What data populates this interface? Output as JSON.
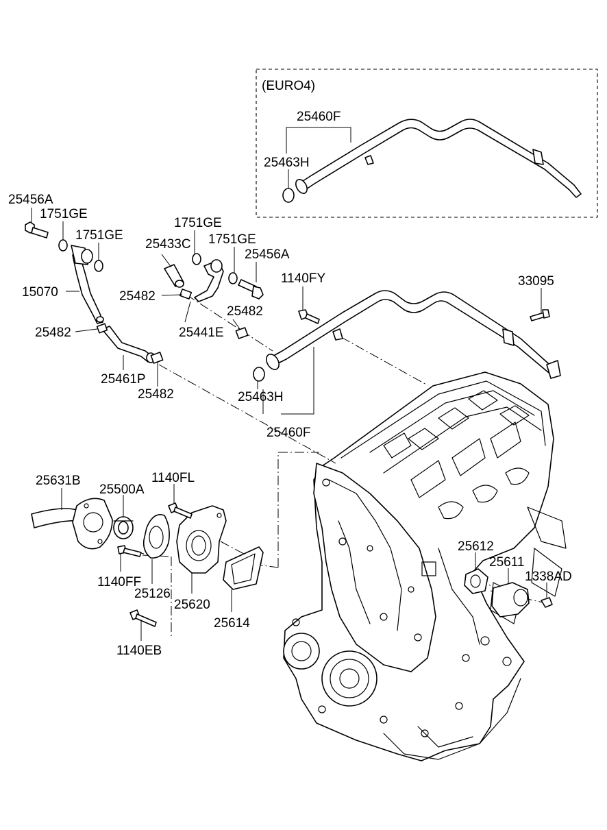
{
  "variant_box": {
    "label": "(EURO4)"
  },
  "labels": {
    "euro_25460F": "25460F",
    "euro_25463H": "25463H",
    "l_25456A_left": "25456A",
    "l_1751GE_a": "1751GE",
    "l_1751GE_b": "1751GE",
    "l_1751GE_c": "1751GE",
    "l_1751GE_d": "1751GE",
    "l_25433C": "25433C",
    "l_25456A_right": "25456A",
    "l_1140FY": "1140FY",
    "l_33095": "33095",
    "l_15070": "15070",
    "l_25482_a": "25482",
    "l_25482_b": "25482",
    "l_25482_c": "25482",
    "l_25482_d": "25482",
    "l_25441E": "25441E",
    "l_25461P": "25461P",
    "l_25463H": "25463H",
    "l_25460F": "25460F",
    "l_25631B": "25631B",
    "l_25500A": "25500A",
    "l_1140FL": "1140FL",
    "l_1140FF": "1140FF",
    "l_25126": "25126",
    "l_25620": "25620",
    "l_25614": "25614",
    "l_1140EB": "1140EB",
    "l_25612": "25612",
    "l_25611": "25611",
    "l_1338AD": "1338AD"
  }
}
